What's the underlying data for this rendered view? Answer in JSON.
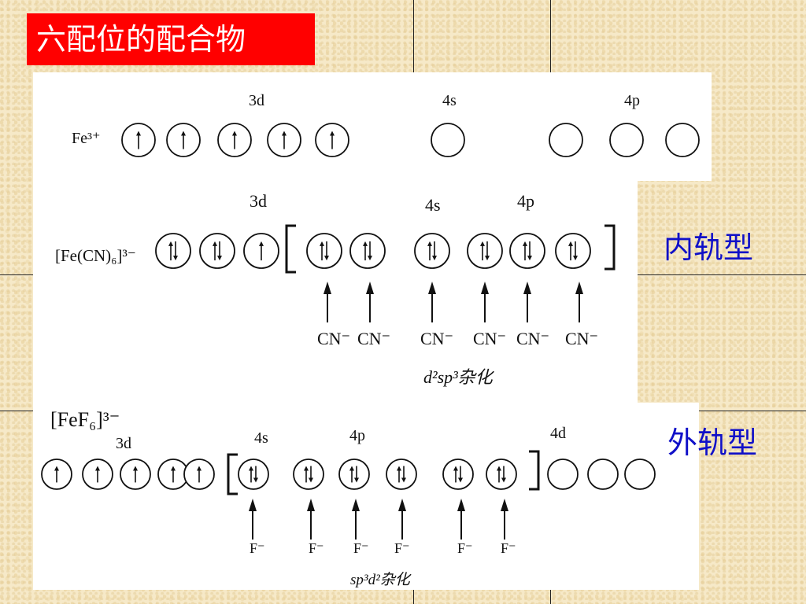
{
  "title": "六配位的配合物",
  "types": {
    "inner": "内轨型",
    "outer": "外轨型"
  },
  "section1": {
    "ion": "Fe³⁺",
    "labels": [
      "3d",
      "4s",
      "4p"
    ]
  },
  "section2": {
    "ion": "[Fe(CN)₆]³⁻",
    "labels": [
      "3d",
      "4s",
      "4p"
    ],
    "ligands": [
      "CN⁻",
      "CN⁻",
      "CN⁻",
      "CN⁻",
      "CN⁻",
      "CN⁻"
    ],
    "hybridization": "d²sp³杂化"
  },
  "section3": {
    "ion": "[FeF₆]³⁻",
    "labels": [
      "3d",
      "4s",
      "4p",
      "4d"
    ],
    "ligands": [
      "F⁻",
      "F⁻",
      "F⁻",
      "F⁻",
      "F⁻",
      "F⁻"
    ],
    "hybridization": "sp³d²杂化"
  },
  "colors": {
    "title_bg": "#ff0000",
    "type_text": "#1010c8"
  }
}
